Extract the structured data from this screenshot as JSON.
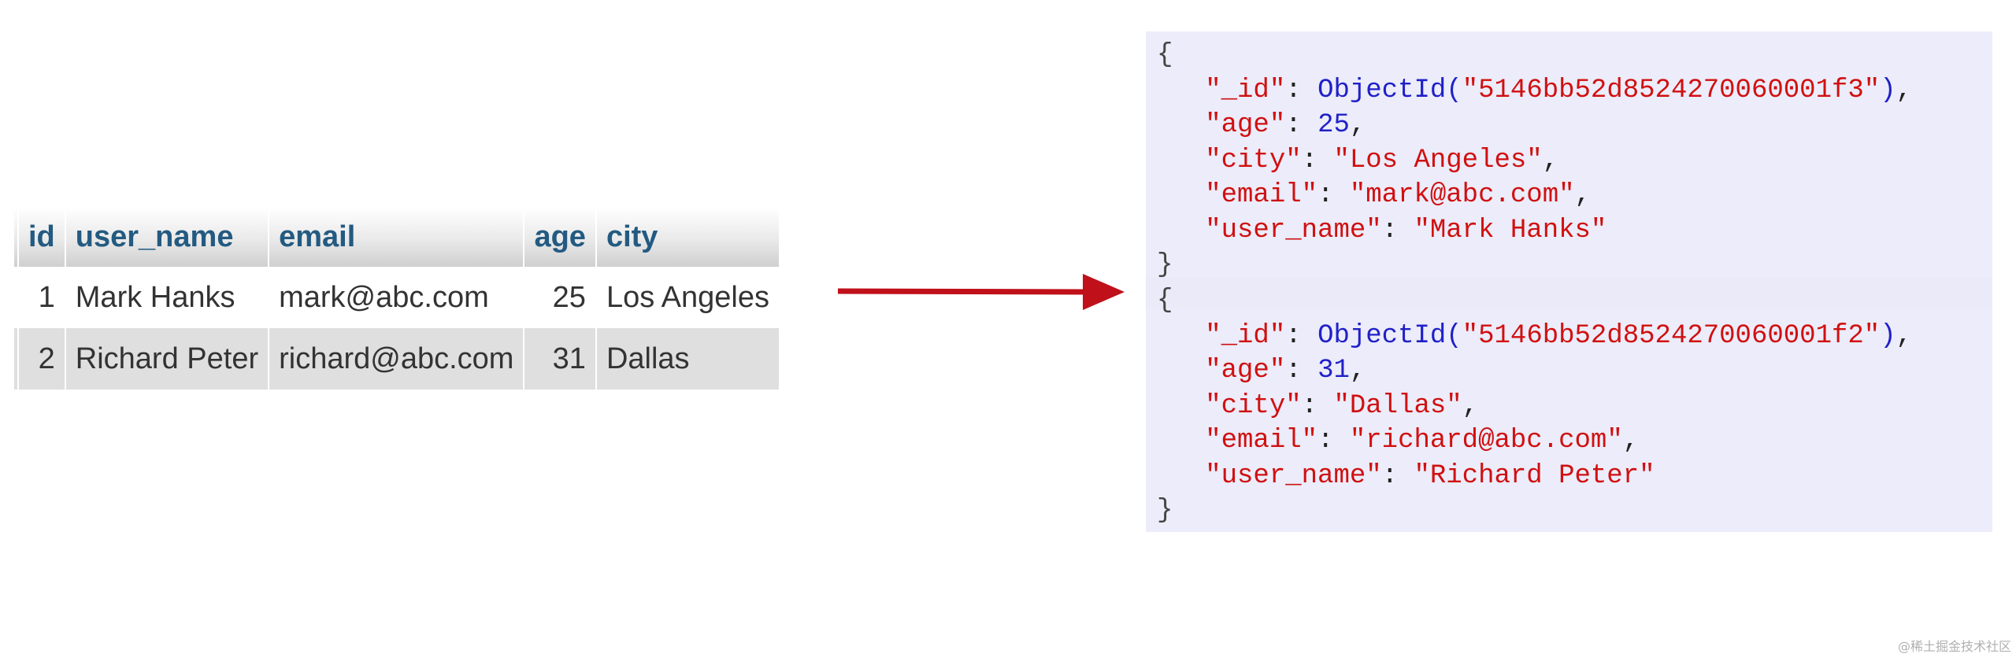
{
  "table": {
    "headers": [
      "id",
      "user_name",
      "email",
      "age",
      "city"
    ],
    "rows": [
      {
        "id": "1",
        "user_name": "Mark Hanks",
        "email": "mark@abc.com",
        "age": "25",
        "city": "Los Angeles"
      },
      {
        "id": "2",
        "user_name": "Richard Peter",
        "email": "richard@abc.com",
        "age": "31",
        "city": "Dallas"
      }
    ]
  },
  "arrow": {
    "color": "#c0101a"
  },
  "documents": [
    {
      "open": "{",
      "close": "}",
      "id_key": "\"_id\"",
      "id_fn": "ObjectId",
      "id_value": "\"5146bb52d8524270060001f3\"",
      "age_key": "\"age\"",
      "age_value": "25",
      "city_key": "\"city\"",
      "city_value": "\"Los Angeles\"",
      "email_key": "\"email\"",
      "email_value": "\"mark@abc.com\"",
      "user_name_key": "\"user_name\"",
      "user_name_value": "\"Mark Hanks\""
    },
    {
      "open": "{",
      "close": "}",
      "id_key": "\"_id\"",
      "id_fn": "ObjectId",
      "id_value": "\"5146bb52d8524270060001f2\"",
      "age_key": "\"age\"",
      "age_value": "31",
      "city_key": "\"city\"",
      "city_value": "\"Dallas\"",
      "email_key": "\"email\"",
      "email_value": "\"richard@abc.com\"",
      "user_name_key": "\"user_name\"",
      "user_name_value": "\"Richard Peter\""
    }
  ],
  "watermark": "@稀土掘金技术社区"
}
